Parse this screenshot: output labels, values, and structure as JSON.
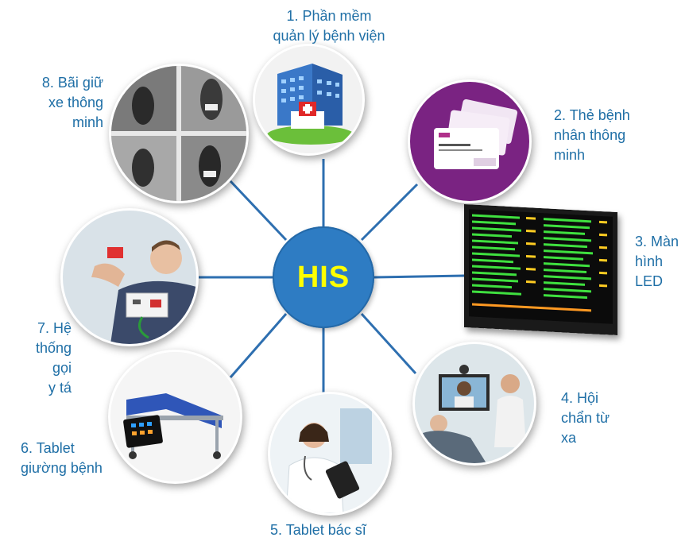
{
  "center": {
    "label": "HIS"
  },
  "colors": {
    "spoke": "#2e6fb0",
    "hub": "#2e7cc3",
    "hub_text": "#ffff00",
    "label": "#1f6fa6"
  },
  "nodes": [
    {
      "id": "hospital-software",
      "label": "1. Phần mềm\nquản lý bệnh viện",
      "icon": "hospital-building-icon"
    },
    {
      "id": "smart-patient-card",
      "label": "2. Thẻ bệnh\nnhân thông\nminh",
      "icon": "patient-card-icon"
    },
    {
      "id": "led-screen",
      "label": "3. Màn\nhình\nLED",
      "icon": "led-board-icon"
    },
    {
      "id": "teleconsultation",
      "label": "4. Hội\nchẩn từ\nxa",
      "icon": "video-conference-icon"
    },
    {
      "id": "doctor-tablet",
      "label": "5. Tablet bác sĩ",
      "icon": "doctor-icon"
    },
    {
      "id": "bed-tablet",
      "label": "6. Tablet\ngiường bệnh",
      "icon": "hospital-bed-icon"
    },
    {
      "id": "nurse-call",
      "label": "7. Hệ\nthống gọi\ny tá",
      "icon": "nurse-call-button-icon"
    },
    {
      "id": "smart-parking",
      "label": "8. Bãi giữ\nxe thông\nminh",
      "icon": "parking-camera-icon"
    }
  ]
}
